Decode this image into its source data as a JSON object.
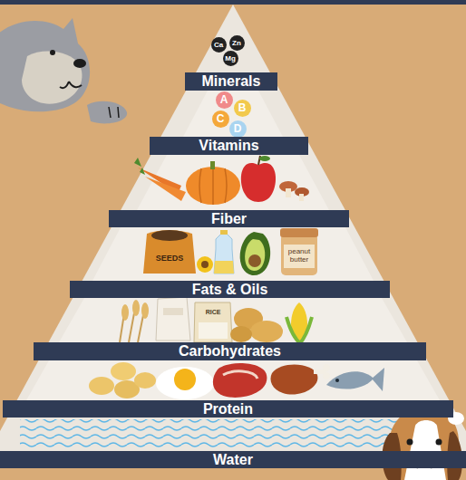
{
  "diagram": {
    "nodes": [
      {
        "text": [
          "Ca"
        ]
      },
      {
        "text": [
          "Zn"
        ]
      },
      {
        "text": [
          "Mg"
        ]
      },
      {
        "text": [
          "Minerals"
        ]
      },
      {
        "text": [
          "A"
        ]
      },
      {
        "text": [
          "B"
        ]
      },
      {
        "text": [
          "C"
        ]
      },
      {
        "text": [
          "D"
        ]
      },
      {
        "text": [
          "Vitamins"
        ]
      },
      {
        "text": [
          "Fiber"
        ]
      },
      {
        "text": [
          "Fats & Oils"
        ]
      },
      {
        "text": [
          "Carbohydrates"
        ]
      },
      {
        "text": [
          "Protein"
        ]
      },
      {
        "text": [
          "Water"
        ]
      }
    ],
    "labels": [
      "SEEDS",
      "peanut butter",
      "RICE"
    ]
  }
}
